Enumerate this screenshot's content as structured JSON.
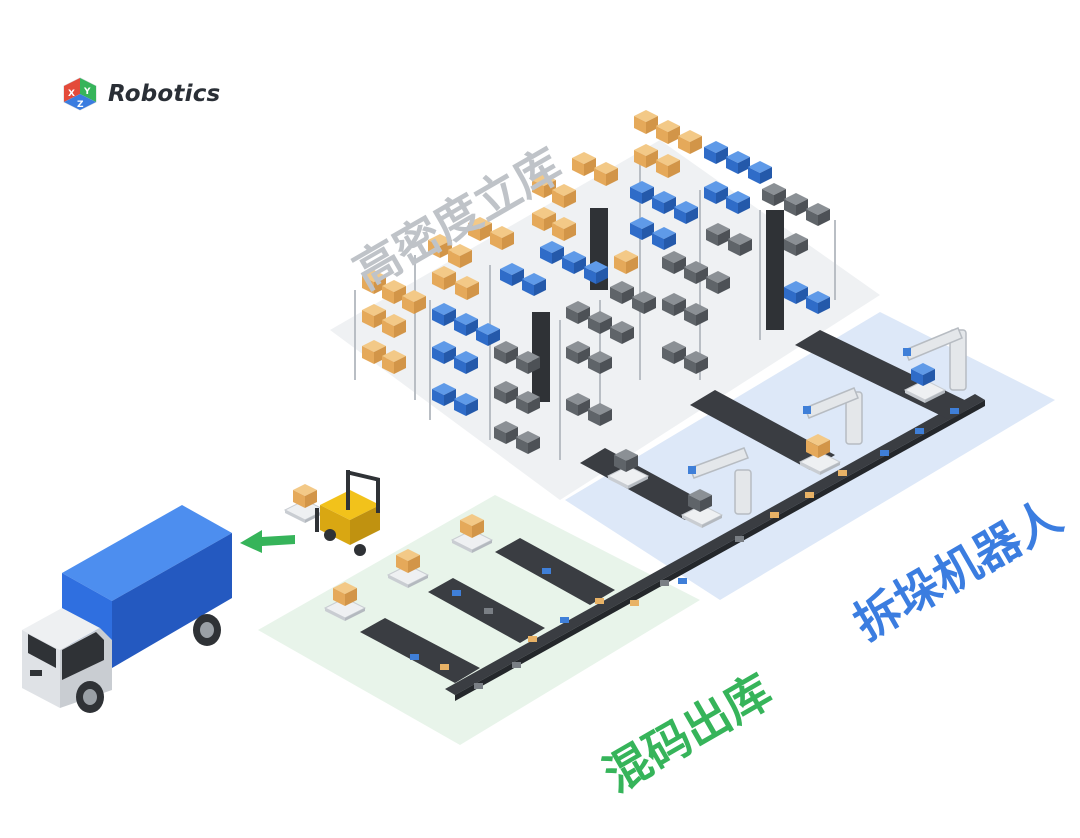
{
  "brand": {
    "name": "Robotics",
    "logo_letters": [
      "X",
      "Y",
      "Z"
    ]
  },
  "zones": {
    "storage_label": "高密度立库",
    "robot_label": "拆垛机器人",
    "mixed_label": "混码出库"
  },
  "colors": {
    "storage_label": "#bfc3c8",
    "robot_label": "#3b7de0",
    "mixed_label": "#36b45a",
    "truck_body": "#2f6fe0",
    "forklift": "#f2c21b",
    "conveyor": "#3a3d42",
    "carton": "#e8b266",
    "blue_tote": "#3f7fd8",
    "grey_tote": "#6e7378"
  },
  "icons": [
    "logo-icon",
    "truck-icon",
    "forklift-icon",
    "arrow-left-icon",
    "robot-arm-icon",
    "conveyor-icon",
    "rack-icon"
  ]
}
